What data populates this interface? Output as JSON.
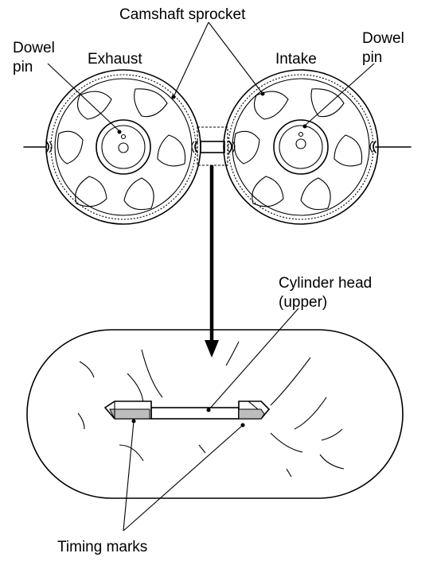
{
  "labels": {
    "camshaft_sprocket": "Camshaft sprocket",
    "exhaust": "Exhaust",
    "intake": "Intake",
    "dowel_pin_left_line1": "Dowel",
    "dowel_pin_left_line2": "pin",
    "dowel_pin_right_line1": "Dowel",
    "dowel_pin_right_line2": "pin",
    "cylinder_head_line1": "Cylinder head",
    "cylinder_head_line2": "(upper)",
    "timing_marks": "Timing marks"
  },
  "colors": {
    "ink": "#000000",
    "paper": "#ffffff",
    "mark_fill": "#bdbdbd"
  }
}
